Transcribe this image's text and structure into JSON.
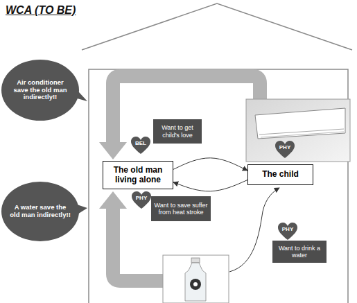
{
  "diagram": {
    "title": "WCA (TO BE)",
    "nodes": [
      {
        "text": [
          "Air conditioner save the old man indirectly!!"
        ]
      },
      {
        "text": [
          "BEL"
        ]
      },
      {
        "text": [
          "Want to get child's love"
        ]
      },
      {
        "text": [
          "PHY"
        ]
      },
      {
        "text": [
          "The old man living alone"
        ]
      },
      {
        "text": [
          "The child"
        ]
      },
      {
        "text": [
          "PHY"
        ]
      },
      {
        "text": [
          "Want to save suffer from heat stroke"
        ]
      },
      {
        "text": [
          "A water save the old man indirectly!!"
        ]
      },
      {
        "text": [
          "PHY"
        ]
      },
      {
        "text": [
          "Want to drink a water"
        ]
      }
    ],
    "edges": [
      {
        "from": 4,
        "to": 5,
        "arrow": "to"
      },
      {
        "from": 5,
        "to": 4,
        "arrow": "to"
      }
    ]
  }
}
